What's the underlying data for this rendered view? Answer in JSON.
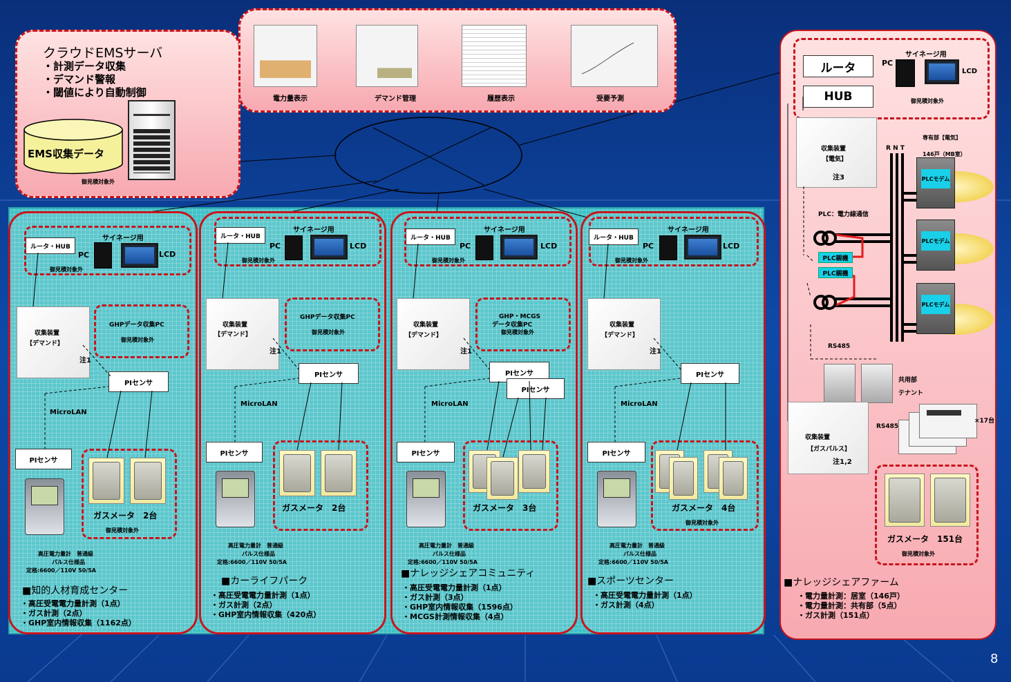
{
  "slide_number": "8",
  "cloud": {
    "title": "クラウドEMSサーバ",
    "bullets": [
      "・計測データ収集",
      "・デマンド警報",
      "・閾値により自動制御"
    ],
    "db_label": "EMS収集データ",
    "note": "御見積対象外"
  },
  "screens": {
    "labels": [
      "電力量表示",
      "デマンド管理",
      "履歴表示",
      "受要予測"
    ]
  },
  "common": {
    "router_hub": "ルータ・HUB",
    "pc": "PC",
    "signage": "サイネージ用",
    "lcd": "LCD",
    "out_of_scope": "御見積対象外",
    "collector": "収集装置",
    "demand": "【デマンド】",
    "note1": "注1",
    "pi_sensor": "PIセンサ",
    "microlan": "MicroLAN",
    "power_meter_lines": [
      "高圧電力量計　普通級",
      "パルス仕様品",
      "定格:6600／110V 50/5A"
    ],
    "dots": "・\n・"
  },
  "sites": [
    {
      "ghp_box": [
        "GHPデータ収集PC",
        "御見積対象外"
      ],
      "gas_label": "ガスメータ　2台",
      "name": "■知的人材育成センター",
      "items": [
        "・高圧受電電力量計測（1点）",
        "・ガス計測（2点）",
        "・GHP室内情報収集（1162点）"
      ]
    },
    {
      "ghp_box": [
        "GHPデータ収集PC",
        "御見積対象外"
      ],
      "gas_label": "ガスメータ　2台",
      "name": "■カーライフパーク",
      "items": [
        "・高圧受電電力量計測（1点）",
        "・ガス計測（2点）",
        "・GHP室内情報収集（420点）"
      ]
    },
    {
      "ghp_box": [
        "GHP・MCGS",
        "データ収集PC",
        "御見積対象外"
      ],
      "gas_label": "ガスメータ　3台",
      "name": "■ナレッジシェアコミュニティ",
      "items": [
        "・高圧受電電力量計測（1点）",
        "・ガス計測（3点）",
        "・GHP室内情報収集（1596点）",
        "・MCGS計測情報収集（4点）"
      ]
    },
    {
      "ghp_box": [],
      "gas_label": "ガスメータ　4台",
      "name": "■スポーツセンター",
      "items": [
        "・高圧受電電力量計測（1点）",
        "・ガス計測（4点）"
      ]
    }
  ],
  "farm": {
    "router": "ルータ",
    "hub": "HUB",
    "pc": "PC",
    "signage": "サイネージ用",
    "lcd": "LCD",
    "out_of_scope": "御見積対象外",
    "collector_elec": [
      "収集装置",
      "【電気】",
      "注3"
    ],
    "rnt": "R N T",
    "private_label": [
      "専有部【電気】",
      "146戸（MB室）"
    ],
    "plc_line": "PLC：電力線通信",
    "plc_parent": "PLC親機",
    "plc_modem": "PLCモデム",
    "rs485": "RS485",
    "common_part": "共用部",
    "tenant": "テナント",
    "x17": "×17台",
    "collector_gas": [
      "収集装置",
      "【ガスパルス】",
      "注1,2"
    ],
    "gas_label": "ガスメータ　151台",
    "name": "■ナレッジシェアファーム",
    "items": [
      "・電力量計測：居室（146戸）",
      "・電力量計測：共有部（5点）",
      "・ガス計測（151点）"
    ]
  },
  "colors": {
    "background": "#0b3f9c",
    "panel_border": "#c8141c",
    "teal": "#41c2c7",
    "pink": "#f7a9b0",
    "plc_cyan": "#19d0e8"
  }
}
